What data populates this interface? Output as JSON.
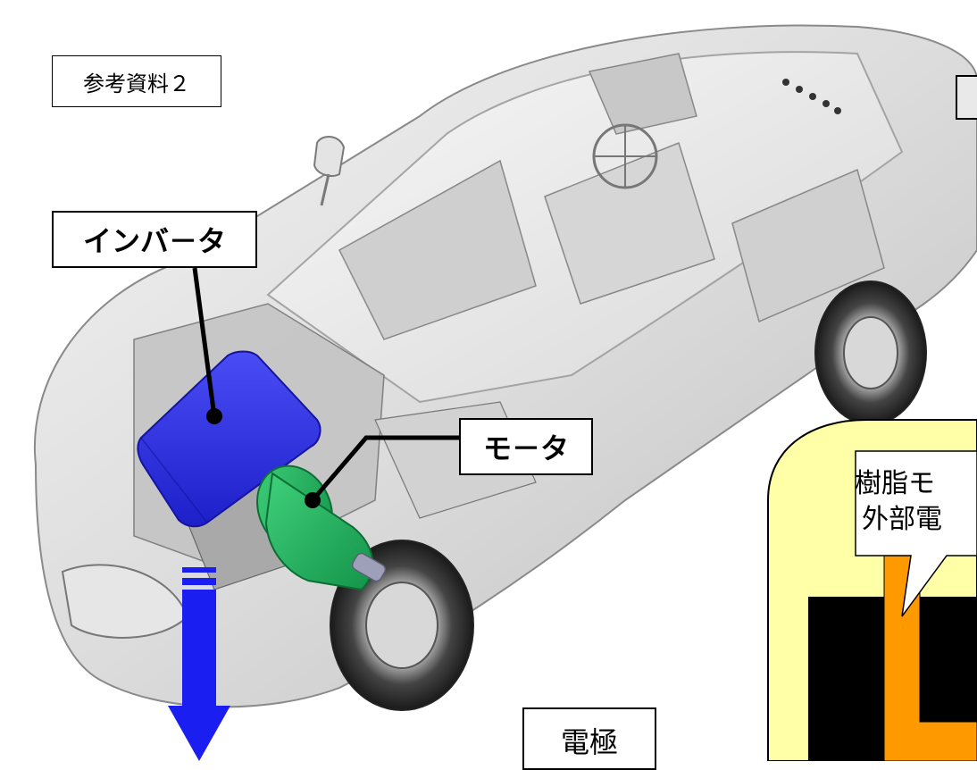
{
  "reference_label": "参考資料２",
  "inverter": {
    "label": "インバ－タ"
  },
  "motor": {
    "label": "モ－タ"
  },
  "electrode": {
    "label": "電極"
  },
  "callout": {
    "line1": "樹脂モ",
    "line2": "外部電"
  },
  "colors": {
    "inverter_blue": "#2f31e6",
    "motor_green": "#1fb255",
    "arrow_blue": "#1b1ef0",
    "panel_yellow": "#ffffa8",
    "electrode_orange": "#ff9900"
  }
}
